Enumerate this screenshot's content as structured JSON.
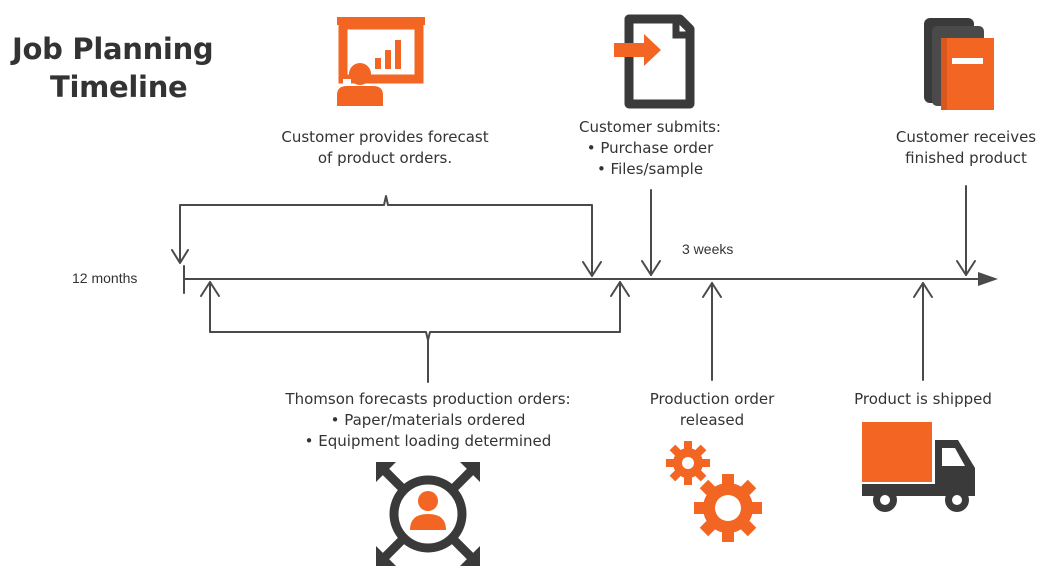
{
  "title": {
    "line1": "Job Planning",
    "line2": "Timeline"
  },
  "timeline": {
    "start_label": "12 months",
    "mid_label": "3 weeks"
  },
  "milestones": {
    "forecast": {
      "line1": "Customer provides forecast",
      "line2": "of product orders.",
      "icon": "presentation-chart-icon"
    },
    "submit": {
      "line1": "Customer submits:",
      "bullet1": "• Purchase order",
      "bullet2": "• Files/sample",
      "icon": "document-arrow-icon"
    },
    "receive": {
      "line1": "Customer receives",
      "line2": "finished product",
      "icon": "books-icon"
    },
    "thomson": {
      "line1": "Thomson forecasts production orders:",
      "bullet1": "• Paper/materials ordered",
      "bullet2": "• Equipment loading determined",
      "icon": "person-expand-icon"
    },
    "release": {
      "line1": "Production order",
      "line2": "released",
      "icon": "gears-icon"
    },
    "ship": {
      "line1": "Product is shipped",
      "icon": "truck-icon"
    }
  },
  "colors": {
    "accent": "#f26522",
    "dark": "#3a3a3a",
    "line": "#4a4a4a"
  }
}
